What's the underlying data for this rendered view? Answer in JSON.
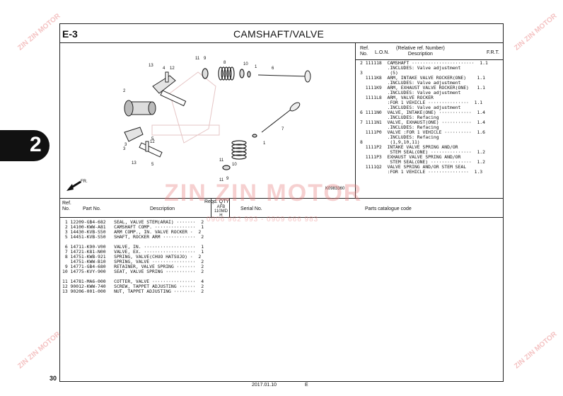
{
  "header": {
    "section": "E-3",
    "title": "CAMSHAFT/VALVE"
  },
  "tab_label": "2",
  "watermark": {
    "brand": "ZIN ZIN MOTOR",
    "phone": "0906 962 993 - 0909 666 983"
  },
  "diagram": {
    "code": "K0983360",
    "fr_label": "FR.",
    "callouts": [
      "11",
      "9",
      "8",
      "10",
      "1",
      "6",
      "13",
      "4",
      "12",
      "3",
      "5",
      "2",
      "7",
      "1",
      "3",
      "12",
      "13",
      "5",
      "11",
      "10",
      "11",
      "9"
    ]
  },
  "ref_table": {
    "headers": {
      "ref_no": "Ref.\nNo.",
      "lon": "L.O.N.",
      "desc": "(Relative ref. Number)\nDescription",
      "frt": "F.R.T."
    },
    "rows": [
      "2 111118  CAMSHAFT ·······················  1.1",
      "          .INCLUDES: Valve adjustment",
      "3          (5)",
      "  1111K8  ARM, INTAKE VALVE ROCKER(ONE)    1.1",
      "          .INCLUDES: Valve adjustment",
      "  1111K9  ARM, EXHAUST VALVE ROCKER(ONE)   1.1",
      "          .INCLUDES: Valve adjustment",
      "  1111L8  ARM, VALVE ROCKER",
      "          :FOR 1 VEHICLE ···············  1.1",
      "          .INCLUDES: Valve adjustment",
      "6 1111N0  VALVE, INTAKE(ONE) ············  1.4",
      "          .INCLUDES: Refacing",
      "7 1111N1  VALVE, EXHAUST(ONE) ···········  1.4",
      "          .INCLUDES: Refacing",
      "  1111P0  VALVE :FOR 1 VEHICLE ··········  1.6",
      "          .INCLUDES: Refacing",
      "8          (1,9,10,11)",
      "  1111P2  INTAKE VALVE SPRING AND/OR",
      "           STEM SEAL(ONE) ···············  1.2",
      "  1111P3  EXHAUST VALVE SPRING AND/OR",
      "           STEM SEAL(ONE) ···············  1.2",
      "  1111Q2  VALVE SPRING AND/OR STEM SEAL",
      "          :FOR 1 VEHICLE ···············  1.3"
    ]
  },
  "parts_table": {
    "headers": {
      "ref_no": "Ref.\nNo.",
      "part_no": "Part No.",
      "desc": "Description",
      "qty": "Reqd. QTY",
      "qty_sub": "AFB\n110MD\nH",
      "serial": "Serial No.",
      "catalogue": "Parts catalogue code"
    },
    "rows": [
      " 1 12209-GB4-682   SEAL, VALVE STEM(ARAI) ·······  2",
      " 2 14100-KWW-A81   CAMSHAFT COMP. ···············  1",
      " 3 14430-KVB-S50   ARM COMP., IN. VALVE ROCKER ·  2",
      " 5 14451-KVB-S50   SHAFT, ROCKER ARM ············  2",
      "",
      " 6 14711-K90-V00   VALVE, IN. ···················  1",
      " 7 14721-K81-N00   VALVE, EX. ···················  1",
      " 8 14751-KWB-921   SPRING, VALVE(CHUO HATSUJO) ·  2",
      "   14751-KWW-B10   SPRING, VALVE ················  2",
      " 9 14771-GB4-680   RETAINER, VALVE SPRING ·······  2",
      "10 14775-KVY-900   SEAT, VALVE SPRING ···········  2",
      "",
      "11 14781-MA6-000   COTTER, VALVE ················  4",
      "12 90012-KWW-740   SCREW, TAPPET ADJUSTING ······  2",
      "13 90206-001-000   NUT, TAPPET ADJUSTING ········  2"
    ]
  },
  "footer": {
    "page": "30",
    "date": "2017.01.10",
    "edition": "E"
  }
}
